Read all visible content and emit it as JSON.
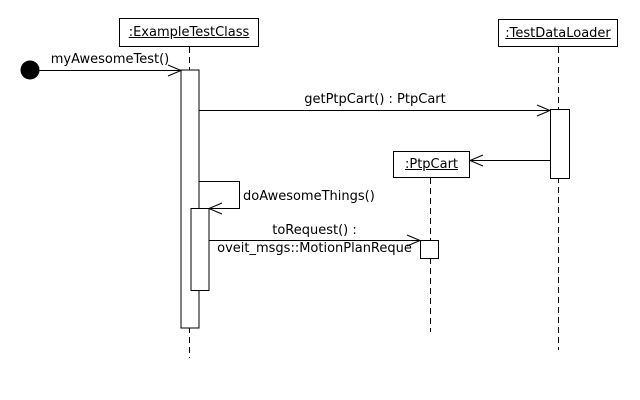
{
  "diagram_kind": "uml-sequence-diagram",
  "colors": {
    "background": "#ffffff",
    "stroke": "#000000",
    "text": "#000000"
  },
  "participants": [
    {
      "id": "example-test-class",
      "label": ":ExampleTestClass"
    },
    {
      "id": "test-data-loader",
      "label": ":TestDataLoader"
    },
    {
      "id": "ptp-cart",
      "label": ":PtpCart"
    }
  ],
  "messages": {
    "my_awesome_test": {
      "label": "myAwesomeTest()",
      "from": "start-node",
      "to": "example-test-class"
    },
    "get_ptp_cart": {
      "label": "getPtpCart() : PtpCart",
      "from": "example-test-class",
      "to": "test-data-loader"
    },
    "create_ptp_cart": {
      "label": "",
      "from": "test-data-loader",
      "to": "ptp-cart"
    },
    "do_awesome_things": {
      "label": "doAwesomeThings()",
      "from": "example-test-class",
      "to": "example-test-class"
    },
    "to_request": {
      "line1": "toRequest() :",
      "line2": "oveit_msgs::MotionPlanReque",
      "from": "example-test-class",
      "to": "ptp-cart"
    }
  }
}
